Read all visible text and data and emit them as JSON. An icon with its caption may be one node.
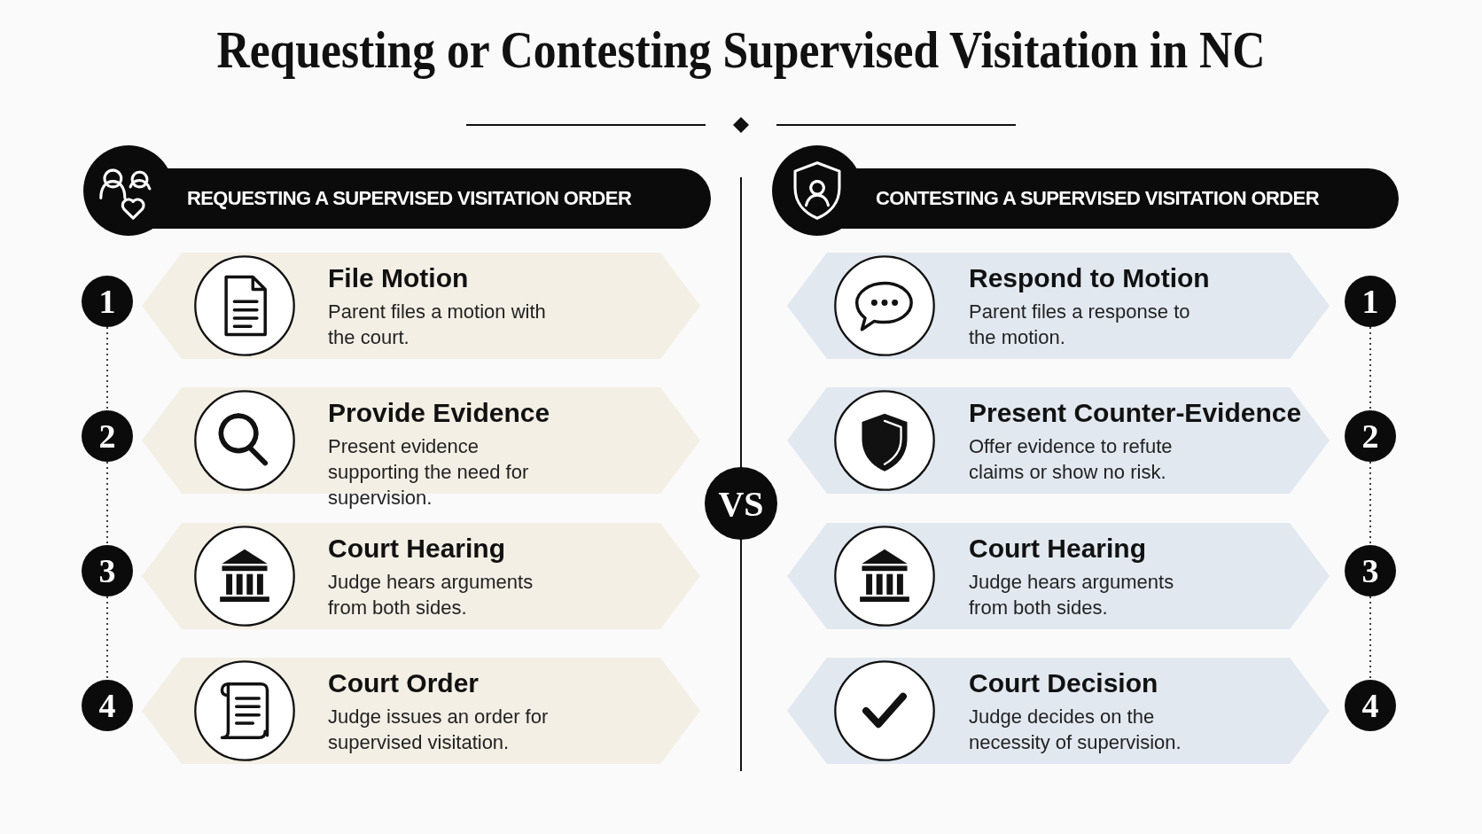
{
  "diagram": {
    "title": "Requesting or Contesting Supervised Visitation in NC",
    "nodes": [
      {
        "text": [
          "REQUESTING A SUPERVISED VISITATION ORDER"
        ]
      },
      {
        "text": [
          "File Motion",
          "Parent files a motion with the court."
        ]
      },
      {
        "text": [
          "Provide Evidence",
          "Present evidence supporting the need for supervision."
        ]
      },
      {
        "text": [
          "Court Hearing",
          "Judge hears arguments from both sides."
        ]
      },
      {
        "text": [
          "Court Order",
          "Judge issues an order for supervised visitation."
        ]
      },
      {
        "text": [
          "CONTESTING A SUPERVISED VISITATION ORDER"
        ]
      },
      {
        "text": [
          "Respond to Motion",
          "Parent files a response to the motion."
        ]
      },
      {
        "text": [
          "Present Counter-Evidence",
          "Offer evidence to refute claims or show no risk."
        ]
      },
      {
        "text": [
          "Court Hearing",
          "Judge hears arguments from both sides."
        ]
      },
      {
        "text": [
          "Court Decision",
          "Judge decides on the necessity of supervision."
        ]
      },
      {
        "text": [
          "VS"
        ]
      },
      {
        "text": [
          "1"
        ]
      },
      {
        "text": [
          "2"
        ]
      },
      {
        "text": [
          "3"
        ]
      },
      {
        "text": [
          "4"
        ]
      },
      {
        "text": [
          "1"
        ]
      },
      {
        "text": [
          "2"
        ]
      },
      {
        "text": [
          "3"
        ]
      },
      {
        "text": [
          "4"
        ]
      }
    ],
    "edges": [
      {
        "from": 11,
        "to": 12,
        "arrow": "none",
        "style": "dashed"
      },
      {
        "from": 12,
        "to": 13,
        "arrow": "none",
        "style": "dashed"
      },
      {
        "from": 13,
        "to": 14,
        "arrow": "none",
        "style": "dashed"
      },
      {
        "from": 15,
        "to": 16,
        "arrow": "none",
        "style": "dashed"
      },
      {
        "from": 16,
        "to": 17,
        "arrow": "none",
        "style": "dashed"
      },
      {
        "from": 17,
        "to": 18,
        "arrow": "none",
        "style": "dashed"
      }
    ]
  }
}
